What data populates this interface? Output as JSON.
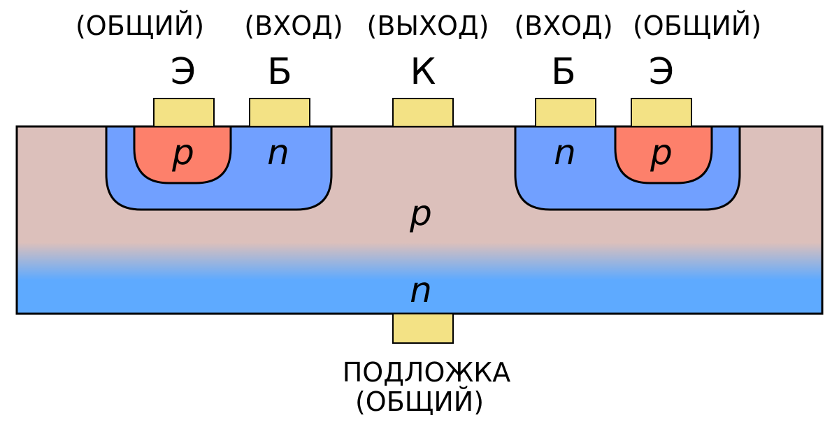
{
  "colors": {
    "substrate_p": "#dcc0bb",
    "buried_n": "#5eaaff",
    "n_well": "#71a0ff",
    "p_diffusion": "#fd806b",
    "contact": "#f3e285",
    "outline": "#000000"
  },
  "left_transistor": {
    "emitter": {
      "role": "(ОБЩИЙ)",
      "letter": "Э"
    },
    "base": {
      "role": "(ВХОД)",
      "letter": "Б"
    },
    "p_region": "p",
    "n_region": "n"
  },
  "collector": {
    "role": "(ВЫХОД)",
    "letter": "К"
  },
  "right_transistor": {
    "base": {
      "role": "(ВХОД)",
      "letter": "Б"
    },
    "emitter": {
      "role": "(ОБЩИЙ)",
      "letter": "Э"
    },
    "n_region": "n",
    "p_region": "p"
  },
  "substrate": {
    "p_label": "p",
    "n_label": "n",
    "line1": "ПОДЛОЖКА",
    "line2": "(ОБЩИЙ)"
  }
}
